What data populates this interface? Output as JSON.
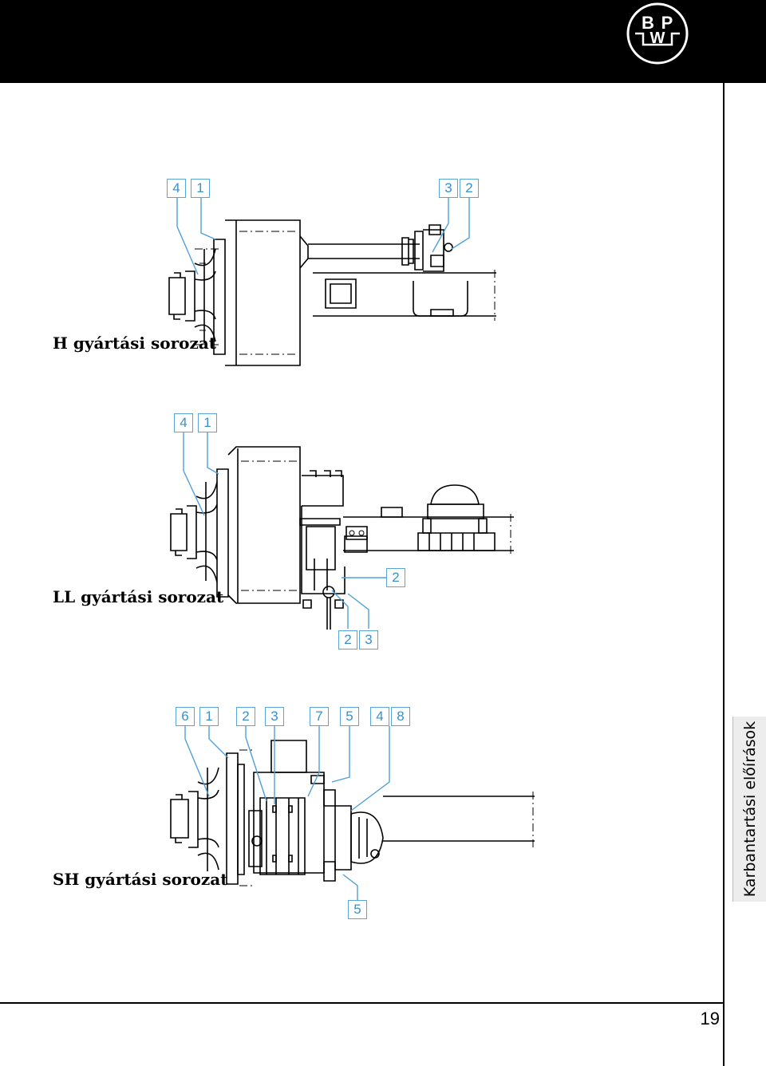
{
  "brand": {
    "logo_text": "BPW",
    "logo_letters": [
      "B",
      "P",
      "W"
    ]
  },
  "sections": [
    {
      "label": "H gyártási sorozat",
      "callouts_top": [
        "4",
        "1",
        "3",
        "2"
      ]
    },
    {
      "label": "LL gyártási sorozat",
      "callouts_top": [
        "4",
        "1"
      ],
      "callout_side": "2",
      "callouts_bottom": [
        "2",
        "3"
      ]
    },
    {
      "label": "SH gyártási sorozat",
      "callouts_top": [
        "6",
        "1",
        "2",
        "3",
        "7",
        "5",
        "4",
        "8"
      ],
      "callout_bottom": "5"
    }
  ],
  "side_tab": "Karbantartási előírások",
  "page_number": "19",
  "colors": {
    "header": "#000000",
    "callout": "#4f9fd8",
    "tab": "#ededed"
  }
}
